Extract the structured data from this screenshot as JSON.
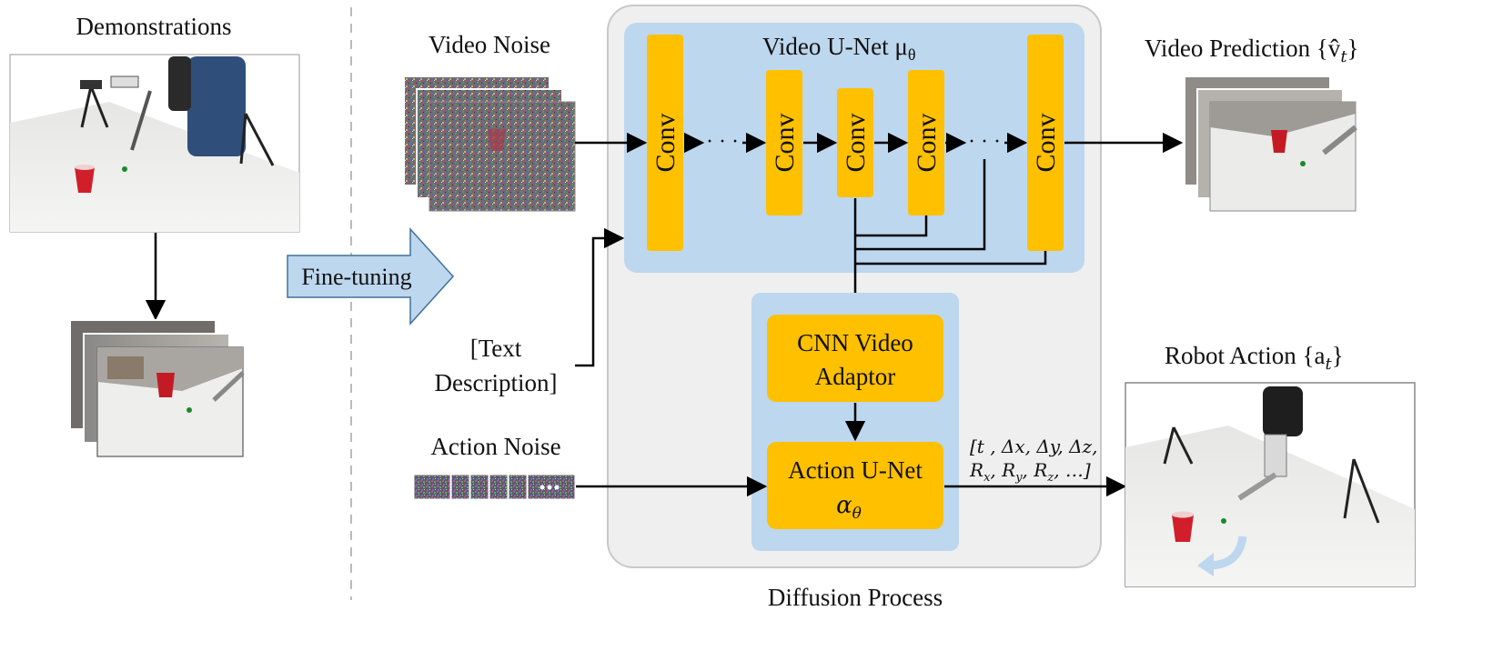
{
  "labels": {
    "demonstrations": "Demonstrations",
    "fine_tuning": "Fine-tuning",
    "video_noise": "Video Noise",
    "text_description_line1": "[Text",
    "text_description_line2": "Description]",
    "action_noise": "Action Noise",
    "video_unet": "Video U-Net μ",
    "video_unet_sub": "θ",
    "conv": "Conv",
    "dots": "· · ·",
    "cnn_adaptor_line1": "CNN Video",
    "cnn_adaptor_line2": "Adaptor",
    "action_unet_line1": "Action U-Net",
    "action_unet_line2": "α",
    "action_unet_sub": "θ",
    "diffusion_process": "Diffusion Process",
    "video_prediction": "Video Prediction {v̂",
    "video_prediction_sub": "t",
    "video_prediction_close": "}",
    "robot_action": "Robot Action {a",
    "robot_action_sub": "t",
    "robot_action_close": "}",
    "action_vector_line1": "[t , Δx, Δy, Δz,",
    "action_vector_line2": "R",
    "action_vector_line2_rest": ", R",
    "action_vector_x": "x",
    "action_vector_y": "y",
    "action_vector_z": "z",
    "action_vector_end": ", …]"
  },
  "colors": {
    "conv_fill": "#FFC000",
    "unet_panel": "#BDD7EE",
    "diffusion_panel": "#EFEFEF",
    "arrow_fill": "#BDD7EE"
  }
}
